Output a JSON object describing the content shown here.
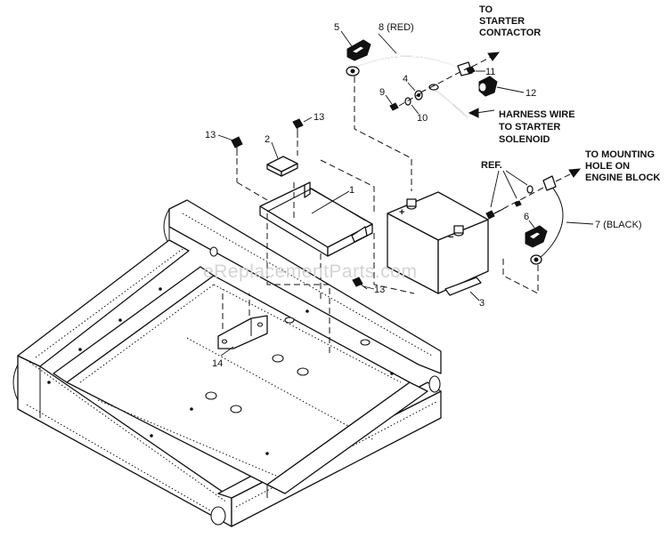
{
  "watermark": "eReplacementParts.com",
  "callouts": {
    "c1": "1",
    "c2": "2",
    "c3": "3",
    "c4": "4",
    "c5": "5",
    "c6": "6",
    "c7": "7 (BLACK)",
    "c8": "8 (RED)",
    "c9": "9",
    "c10": "10",
    "c11": "11",
    "c12": "12",
    "c13a": "13",
    "c13b": "13",
    "c13c": "13",
    "c14": "14"
  },
  "notes": {
    "starter_1": "TO",
    "starter_2": "STARTER",
    "starter_3": "CONTACTOR",
    "harness_1": "HARNESS WIRE",
    "harness_2": "TO STARTER",
    "harness_3": "SOLENOID",
    "mount_1": "TO MOUNTING",
    "mount_2": "HOLE ON",
    "mount_3": "ENGINE BLOCK",
    "ref": "REF.",
    "battery_plus": "+",
    "battery_minus": "−"
  },
  "colors": {
    "line": "#111111",
    "background": "#ffffff",
    "watermark": "#d4d4d4"
  }
}
